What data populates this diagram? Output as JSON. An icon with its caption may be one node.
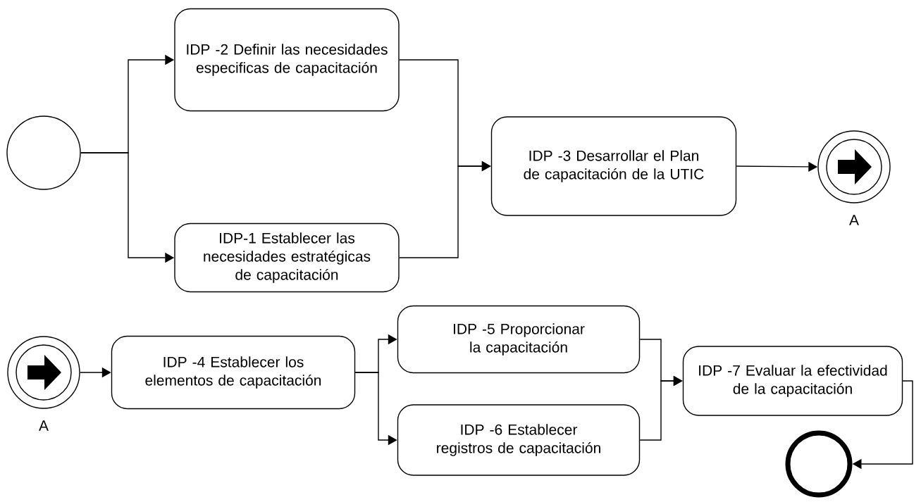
{
  "diagram": {
    "nodes": [
      {
        "text": [],
        "shape": "circle"
      },
      {
        "text": [
          "IDP -2 Definir las necesidades especificas de capacitación"
        ]
      },
      {
        "text": [
          "IDP-1 Establecer las necesidades estratégicas de capacitación"
        ]
      },
      {
        "text": [
          "IDP -3 Desarrollar el Plan de capacitación de la UTIC"
        ]
      },
      {
        "text": [],
        "shape": "circle",
        "beside": [
          "A"
        ]
      },
      {
        "text": [],
        "shape": "circle",
        "beside": [
          "A"
        ]
      },
      {
        "text": [
          "IDP -4 Establecer los elementos de capacitación"
        ]
      },
      {
        "text": [
          "IDP -5 Proporcionar la capacitación"
        ]
      },
      {
        "text": [
          "IDP -6 Establecer registros de capacitación"
        ]
      },
      {
        "text": [
          "IDP -7 Evaluar la efectividad de la capacitación"
        ]
      },
      {
        "text": [],
        "shape": "circle"
      }
    ],
    "edges": [
      {
        "from": 0,
        "to": 1,
        "arrow": "to"
      },
      {
        "from": 0,
        "to": 2,
        "arrow": "to"
      },
      {
        "from": 1,
        "to": 3,
        "arrow": "to"
      },
      {
        "from": 2,
        "to": 3,
        "arrow": "to"
      },
      {
        "from": 3,
        "to": 4,
        "arrow": "to"
      },
      {
        "from": 5,
        "to": 6,
        "arrow": "to"
      },
      {
        "from": 6,
        "to": 7,
        "arrow": "to"
      },
      {
        "from": 6,
        "to": 8,
        "arrow": "to"
      },
      {
        "from": 7,
        "to": 9,
        "arrow": "to"
      },
      {
        "from": 8,
        "to": 9,
        "arrow": "to"
      },
      {
        "from": 9,
        "to": 10,
        "arrow": "to"
      }
    ]
  }
}
